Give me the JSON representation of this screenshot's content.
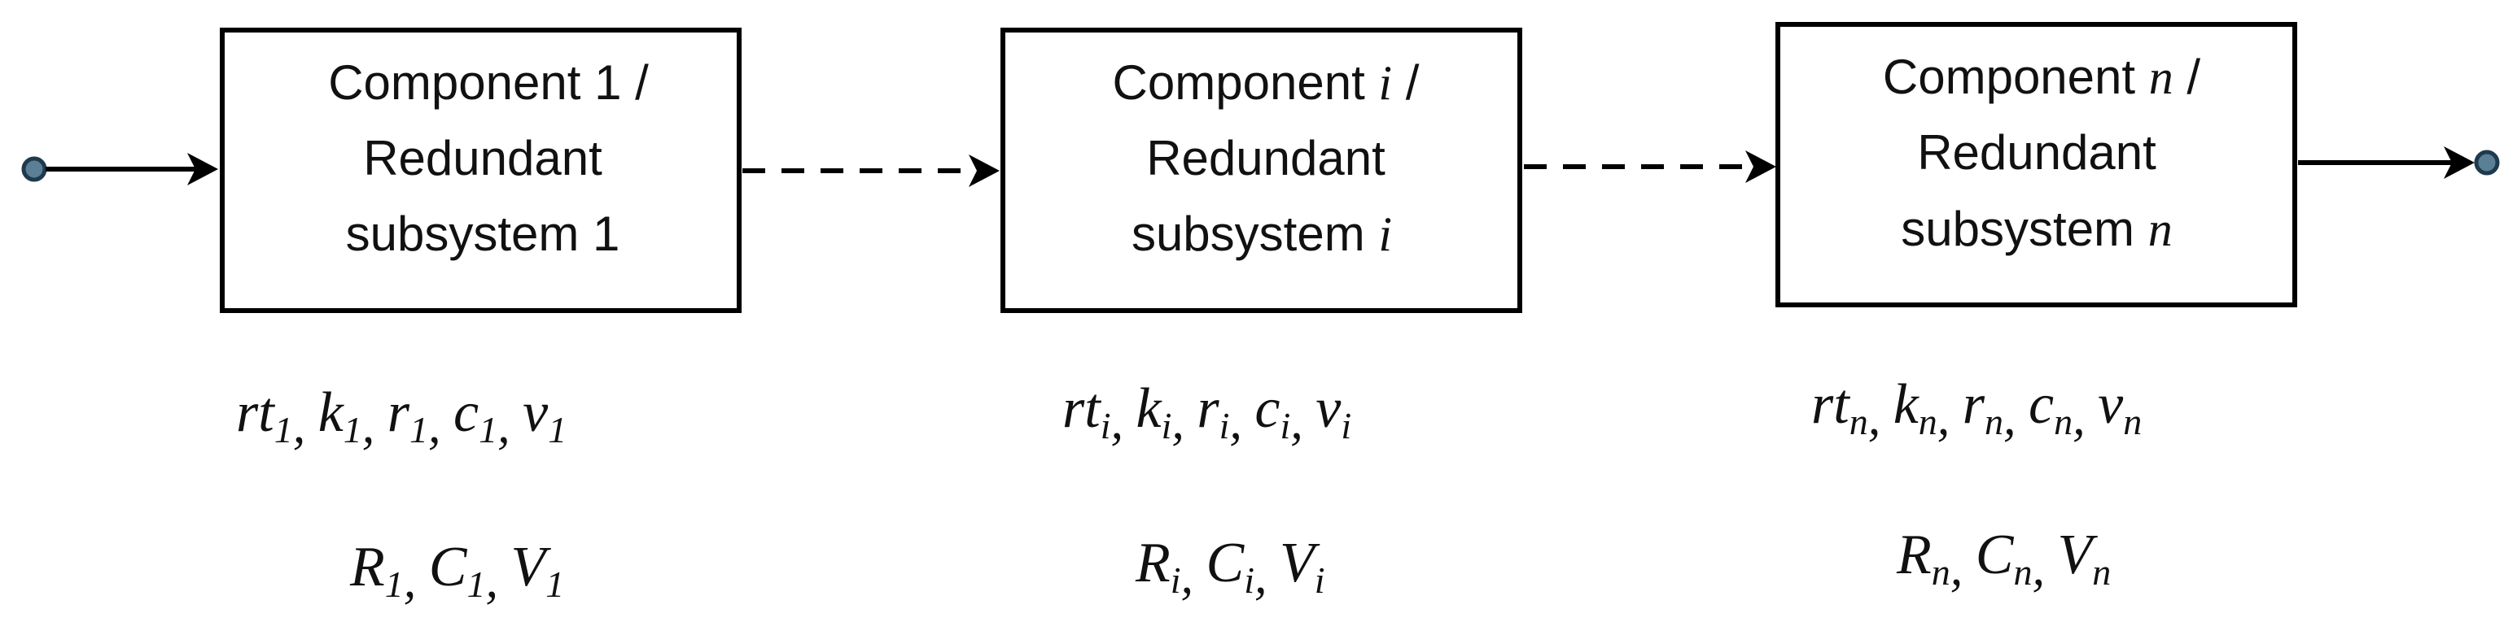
{
  "boxes": [
    {
      "line1_prefix": "Component ",
      "line1_var": "",
      "line1_num": "1",
      "line1_suffix": " /",
      "line2": "Redundant",
      "line3_prefix": "subsystem ",
      "line3_var": "",
      "line3_num": "1"
    },
    {
      "line1_prefix": "Component ",
      "line1_var": "i",
      "line1_num": "",
      "line1_suffix": " /",
      "line2": "Redundant",
      "line3_prefix": "subsystem ",
      "line3_var": "i",
      "line3_num": ""
    },
    {
      "line1_prefix": "Component ",
      "line1_var": "n",
      "line1_num": "",
      "line1_suffix": " /",
      "line2": "Redundant",
      "line3_prefix": "subsystem ",
      "line3_var": "n",
      "line3_num": ""
    }
  ],
  "params": {
    "params_1": {
      "rt": "rt",
      "k": "k",
      "r": "r",
      "c": "c",
      "v": "v",
      "sub": "1",
      "sep": ","
    },
    "params_i": {
      "rt": "rt",
      "k": "k",
      "r": "r",
      "c": "c",
      "v": "v",
      "sub": "i",
      "sep": ","
    },
    "params_n": {
      "rt": "rt",
      "k": "k",
      "r": "r",
      "c": "c",
      "v": "v",
      "sub": "n",
      "sep": ","
    }
  },
  "totals": {
    "totals_1": {
      "R": "R",
      "C": "C",
      "V": "V",
      "sub": "1",
      "sep": ","
    },
    "totals_i": {
      "R": "R",
      "C": "C",
      "V": "V",
      "sub": "i",
      "sep": ","
    },
    "totals_n": {
      "R": "R",
      "C": "C",
      "V": "V",
      "sub": "n",
      "sep": ","
    }
  },
  "colors": {
    "stroke": "#000000",
    "terminal_fill": "#5b7f95",
    "terminal_stroke": "#1f3a4d"
  }
}
